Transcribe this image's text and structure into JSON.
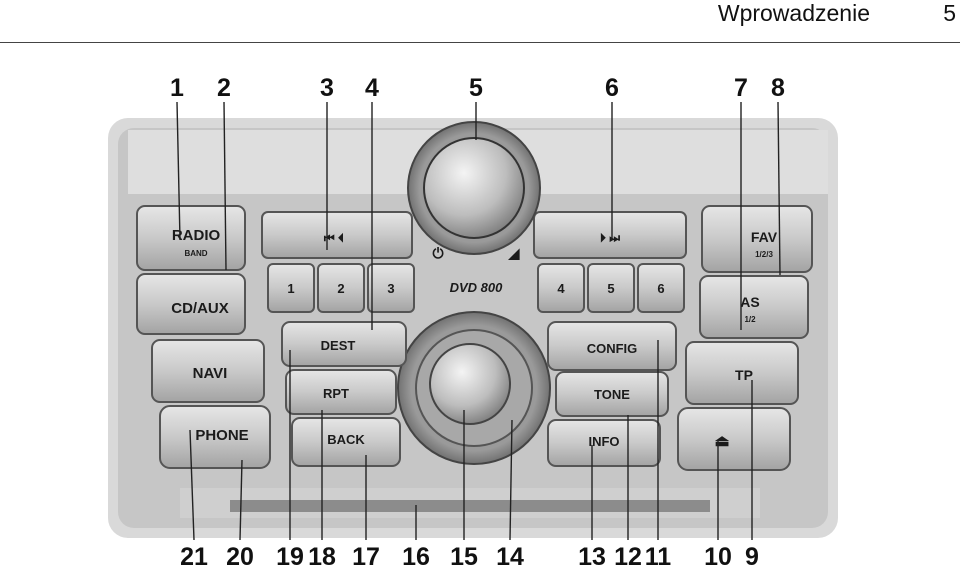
{
  "header": {
    "title": "Wprowadzenie",
    "page_number": "5"
  },
  "figure": {
    "buttons": {
      "radio": "RADIO",
      "radio_sub": "BAND",
      "cdaux": "CD/AUX",
      "navi": "NAVI",
      "phone": "PHONE",
      "seek_left": "⏮ ⏴",
      "seek_right": "⏵ ⏭",
      "p1": "1",
      "p2": "2",
      "p3": "3",
      "p4": "4",
      "p5": "5",
      "p6": "6",
      "model": "DVD 800",
      "dest": "DEST",
      "rpt": "RPT",
      "back": "BACK",
      "config": "CONFIG",
      "tone": "TONE",
      "info": "INFO",
      "fav": "FAV",
      "fav_sub": "1/2/3",
      "as": "AS",
      "as_sub": "1/2",
      "tp": "TP",
      "eject": "⏏",
      "power": "⏻",
      "volume": "◢"
    },
    "callouts_top": [
      "1",
      "2",
      "3",
      "4",
      "5",
      "6",
      "7",
      "8"
    ],
    "callouts_bottom": [
      "21",
      "20",
      "19",
      "18",
      "17",
      "16",
      "15",
      "14",
      "13",
      "12",
      "11",
      "10",
      "9"
    ]
  }
}
